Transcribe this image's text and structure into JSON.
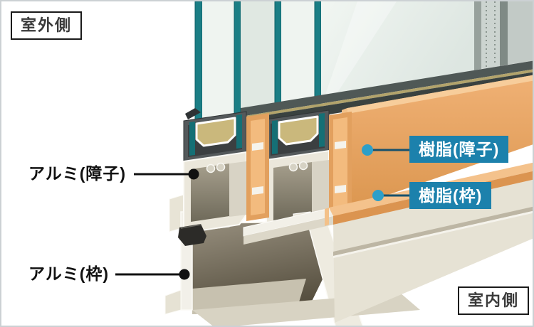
{
  "figure": {
    "type": "window-sill-cutaway-diagram",
    "outdoor_side_label": "室外側",
    "indoor_side_label": "室内側",
    "callouts": [
      {
        "id": "aluminum-sash",
        "label": "アルミ(障子)",
        "style": "plain",
        "side": "left"
      },
      {
        "id": "aluminum-frame",
        "label": "アルミ(枠)",
        "style": "plain",
        "side": "left"
      },
      {
        "id": "resin-sash",
        "label": "樹脂(障子)",
        "style": "badge",
        "side": "right"
      },
      {
        "id": "resin-frame",
        "label": "樹脂(枠)",
        "style": "badge",
        "side": "right"
      }
    ],
    "colors": {
      "badge_blue": "#1c81ac",
      "leader_blue_dot": "#2d9fc9",
      "leader_black": "#111111",
      "resin_orange": "#e5a363",
      "resin_orange_light": "#f4c28c",
      "aluminum_cream": "#eae6da",
      "aluminum_cut_white": "#f6f4ee",
      "glass_teal": "#1b7e85",
      "glass_face": "#eef3ef",
      "glazing_channel_gray": "#54595b",
      "spacer_tan": "#cab87c",
      "gasket_black": "#2c2b28",
      "frame_border_gray": "#ccd1d4"
    }
  }
}
